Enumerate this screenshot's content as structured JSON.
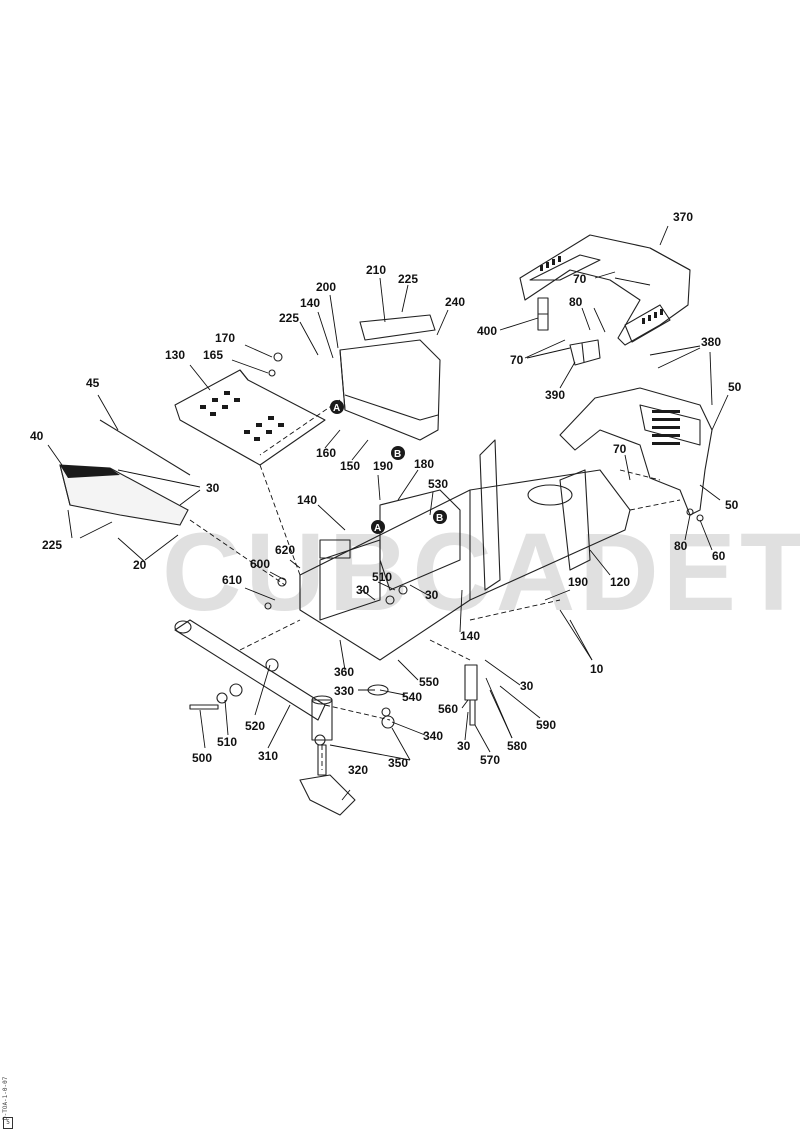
{
  "watermark": "CUBCADETS",
  "side_code": "D-TOA-1-0-07",
  "corner_mark": "5",
  "callouts": [
    "370",
    "70",
    "80",
    "400",
    "70",
    "390",
    "380",
    "50",
    "70",
    "50",
    "80",
    "60",
    "210",
    "225",
    "240",
    "200",
    "140",
    "225",
    "170",
    "165",
    "130",
    "45",
    "40",
    "30",
    "225",
    "20",
    "160",
    "150",
    "190",
    "180",
    "530",
    "140",
    "620",
    "600",
    "610",
    "510",
    "30",
    "30",
    "140",
    "120",
    "190",
    "10",
    "360",
    "550",
    "540",
    "330",
    "340",
    "350",
    "320",
    "520",
    "510",
    "500",
    "310",
    "560",
    "30",
    "570",
    "580",
    "590",
    "30"
  ],
  "markers": [
    "A",
    "B",
    "B",
    "A"
  ]
}
